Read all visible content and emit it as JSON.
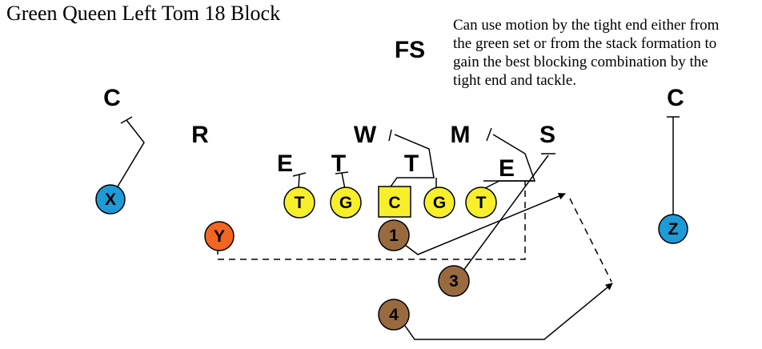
{
  "title": "Green Queen Left Tom 18 Block",
  "note_lines": [
    "Can use motion by the tight end either from",
    "the green set or from the stack formation to",
    "gain the best blocking combination by the",
    "tight end and tackle."
  ],
  "defense": [
    {
      "id": "c-left",
      "label": "C"
    },
    {
      "id": "r",
      "label": "R"
    },
    {
      "id": "fs",
      "label": "FS"
    },
    {
      "id": "w",
      "label": "W"
    },
    {
      "id": "m",
      "label": "M"
    },
    {
      "id": "s",
      "label": "S"
    },
    {
      "id": "c-right",
      "label": "C"
    },
    {
      "id": "e-left",
      "label": "E"
    },
    {
      "id": "t-left",
      "label": "T"
    },
    {
      "id": "t-right",
      "label": "T"
    },
    {
      "id": "e-right",
      "label": "E"
    }
  ],
  "offense": [
    {
      "id": "x",
      "label": "X",
      "color": "#1e9bd7"
    },
    {
      "id": "z",
      "label": "Z",
      "color": "#1e9bd7"
    },
    {
      "id": "y",
      "label": "Y",
      "color": "#f26522"
    },
    {
      "id": "lt",
      "label": "T",
      "color": "#f7ef2a"
    },
    {
      "id": "lg",
      "label": "G",
      "color": "#f7ef2a"
    },
    {
      "id": "c",
      "label": "C",
      "color": "#f7ef2a"
    },
    {
      "id": "rg",
      "label": "G",
      "color": "#f7ef2a"
    },
    {
      "id": "rt",
      "label": "T",
      "color": "#f7ef2a"
    },
    {
      "id": "b1",
      "label": "1",
      "color": "#9a6a3f"
    },
    {
      "id": "b3",
      "label": "3",
      "color": "#9a6a3f"
    },
    {
      "id": "b4",
      "label": "4",
      "color": "#9a6a3f"
    }
  ]
}
